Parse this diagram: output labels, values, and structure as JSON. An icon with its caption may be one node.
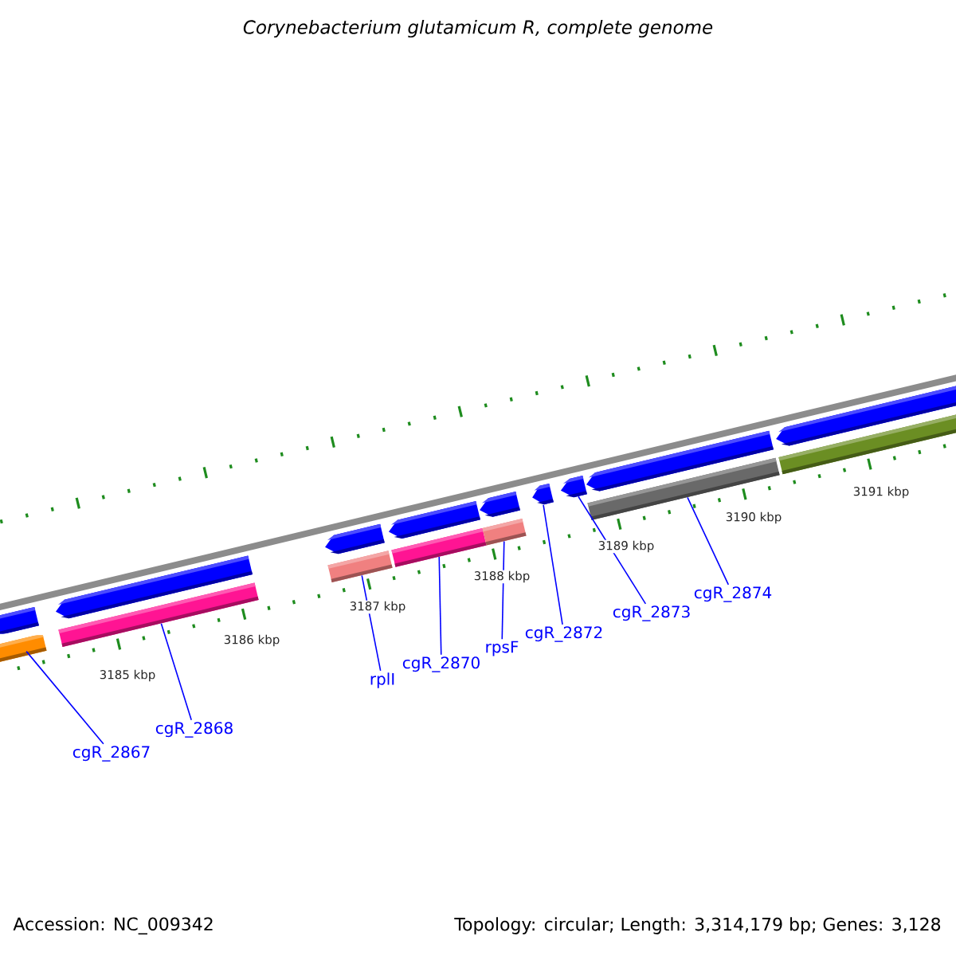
{
  "diagram": {
    "title": "Corynebacterium glutamicum R, complete genome",
    "nodes": [
      {
        "text": [],
        "shape": "arrow"
      },
      {
        "text": [],
        "shape": "arrow"
      },
      {
        "text": [],
        "shape": "arrow"
      },
      {
        "text": [],
        "shape": "arrow"
      },
      {
        "text": [],
        "shape": "arrow"
      },
      {
        "text": [],
        "shape": "arrow"
      },
      {
        "text": [],
        "shape": "arrow"
      },
      {
        "text": [],
        "shape": "arrow"
      },
      {
        "text": [],
        "shape": "arrow"
      },
      {
        "text": [],
        "shape": "bar"
      },
      {
        "text": [],
        "shape": "bar"
      },
      {
        "text": [],
        "shape": "bar"
      },
      {
        "text": [],
        "shape": "bar"
      },
      {
        "text": [],
        "shape": "bar"
      },
      {
        "text": [],
        "shape": "bar"
      },
      {
        "text": [],
        "shape": "bar"
      },
      {
        "text": [
          "cgR_2867"
        ]
      },
      {
        "text": [
          "cgR_2868"
        ]
      },
      {
        "text": [
          "rplI"
        ]
      },
      {
        "text": [
          "cgR_2870"
        ]
      },
      {
        "text": [
          "rpsF"
        ]
      },
      {
        "text": [
          "cgR_2872"
        ]
      },
      {
        "text": [
          "cgR_2873"
        ]
      },
      {
        "text": [
          "cgR_2874"
        ]
      }
    ],
    "edges": [
      {
        "from": 16,
        "to": 9,
        "arrow": "none"
      },
      {
        "from": 17,
        "to": 10,
        "arrow": "none"
      },
      {
        "from": 18,
        "to": 11,
        "arrow": "none"
      },
      {
        "from": 19,
        "to": 12,
        "arrow": "none"
      },
      {
        "from": 20,
        "to": 13,
        "arrow": "none"
      },
      {
        "from": 21,
        "to": 5,
        "arrow": "none"
      },
      {
        "from": 22,
        "to": 6,
        "arrow": "none"
      },
      {
        "from": 23,
        "to": 14,
        "arrow": "none"
      }
    ],
    "labels": [
      "3185 kbp",
      "3186 kbp",
      "3187 kbp",
      "3188 kbp",
      "3189 kbp",
      "3190 kbp",
      "3191 kbp",
      "Accession: NC_009342",
      "Topology: circular; Length: 3,314,179 bp; Genes: 3,128"
    ]
  }
}
